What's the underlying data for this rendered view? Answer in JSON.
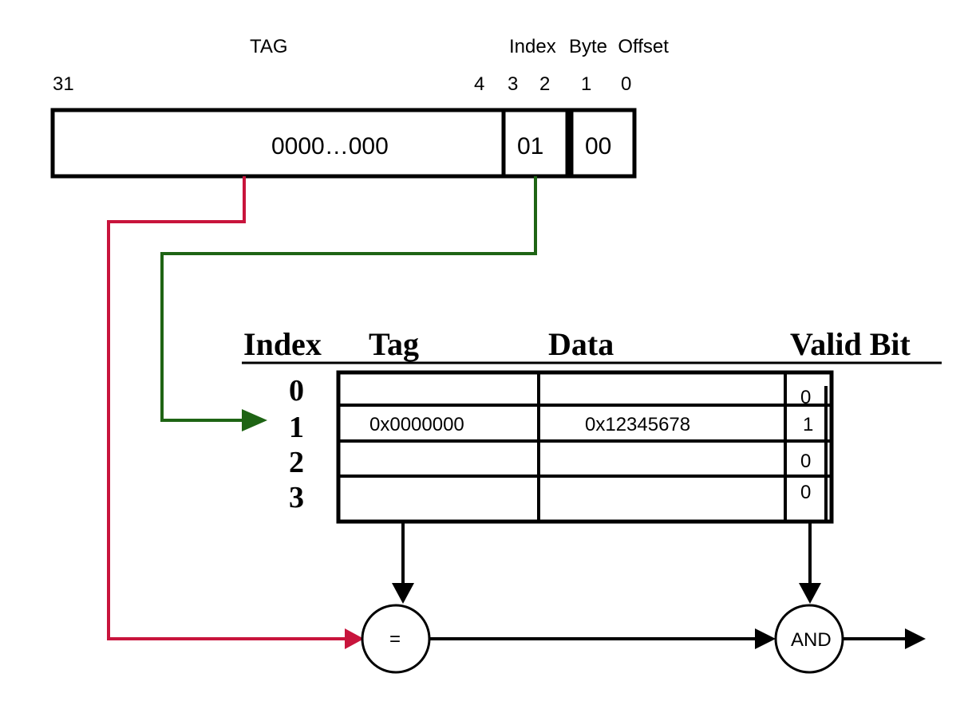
{
  "address": {
    "labels": {
      "tag": "TAG",
      "index": "Index",
      "byte_offset": "Byte  Offset"
    },
    "bit_numbers": {
      "b31": "31",
      "b4": "4",
      "b3": "3",
      "b2": "2",
      "b1": "1",
      "b0": "0"
    },
    "fields": {
      "tag": "0000…000",
      "index": "01",
      "offset": "00"
    }
  },
  "cache": {
    "headers": {
      "index": "Index",
      "tag": "Tag",
      "data": "Data",
      "valid": "Valid Bit"
    },
    "rows": [
      {
        "index": "0",
        "tag": "",
        "data": "",
        "valid": "0"
      },
      {
        "index": "1",
        "tag": "0x0000000",
        "data": "0x12345678",
        "valid": "1"
      },
      {
        "index": "2",
        "tag": "",
        "data": "",
        "valid": "0"
      },
      {
        "index": "3",
        "tag": "",
        "data": "",
        "valid": "0"
      }
    ]
  },
  "gates": {
    "compare": "=",
    "and": "AND"
  },
  "colors": {
    "tag_path": "#c8143c",
    "index_path": "#1e6414",
    "ink": "#000000"
  }
}
